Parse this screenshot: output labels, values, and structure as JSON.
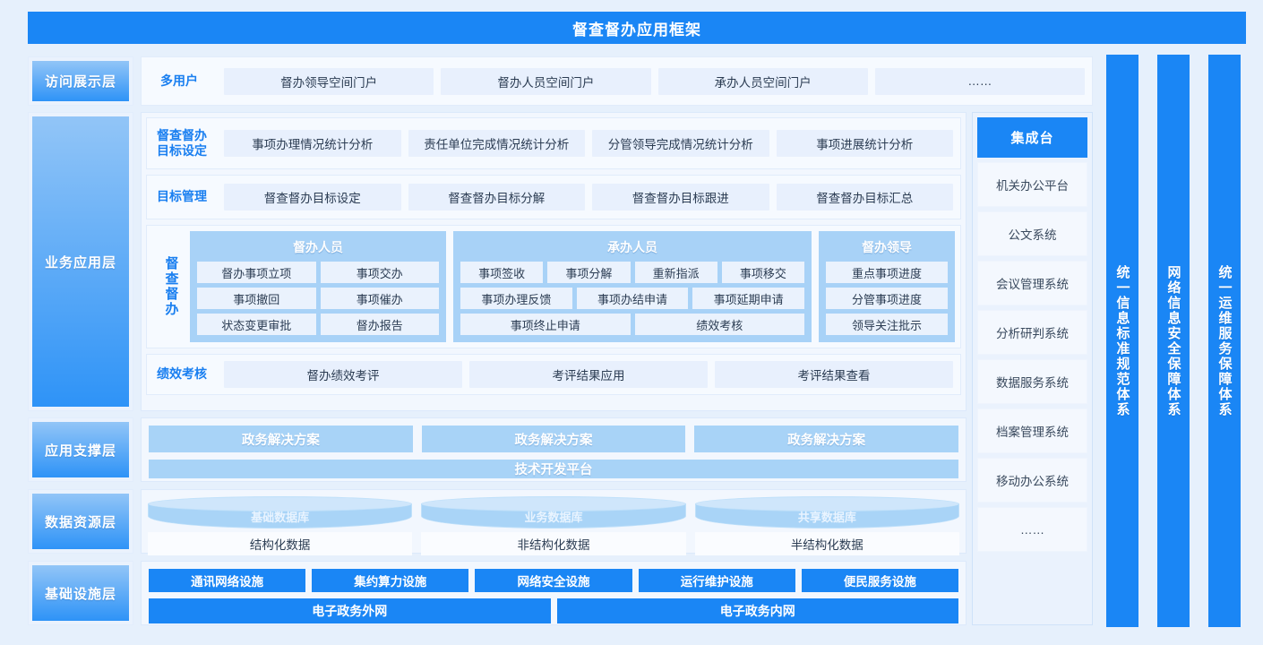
{
  "header": {
    "title": "督查督办应用框架"
  },
  "layers": [
    {
      "name": "访问展示层"
    },
    {
      "name": "业务应用层"
    },
    {
      "name": "应用支撑层"
    },
    {
      "name": "数据资源层"
    },
    {
      "name": "基础设施层"
    }
  ],
  "access": {
    "title": "多用户",
    "items": [
      "督办领导空间门户",
      "督办人员空间门户",
      "承办人员空间门户",
      "……"
    ]
  },
  "goal_setting": {
    "title_line1": "督查督办",
    "title_line2": "目标设定",
    "items": [
      "事项办理情况统计分析",
      "责任单位完成情况统计分析",
      "分管领导完成情况统计分析",
      "事项进展统计分析"
    ]
  },
  "goal_manage": {
    "title": "目标管理",
    "items": [
      "督查督办目标设定",
      "督查督办目标分解",
      "督查督办目标跟进",
      "督查督办目标汇总"
    ]
  },
  "supervision": {
    "title": "督查督办",
    "groups": [
      {
        "name": "督办人员",
        "rows": [
          [
            "督办事项立项",
            "事项交办"
          ],
          [
            "事项撤回",
            "事项催办"
          ],
          [
            "状态变更审批",
            "督办报告"
          ]
        ]
      },
      {
        "name": "承办人员",
        "rows": [
          [
            "事项签收",
            "事项分解",
            "重新指派",
            "事项移交"
          ],
          [
            "事项办理反馈",
            "事项办结申请",
            "事项延期申请"
          ],
          [
            "事项终止申请",
            "绩效考核"
          ]
        ]
      },
      {
        "name": "督办领导",
        "rows": [
          [
            "重点事项进度"
          ],
          [
            "分管事项进度"
          ],
          [
            "领导关注批示"
          ]
        ]
      }
    ]
  },
  "performance": {
    "title": "绩效考核",
    "items": [
      "督办绩效考评",
      "考评结果应用",
      "考评结果查看"
    ]
  },
  "support": {
    "solutions": [
      "政务解决方案",
      "政务解决方案",
      "政务解决方案"
    ],
    "platform": "技术开发平台"
  },
  "data_resource": {
    "databases": [
      {
        "db": "基础数据库",
        "sub": "结构化数据"
      },
      {
        "db": "业务数据库",
        "sub": "非结构化数据"
      },
      {
        "db": "共享数据库",
        "sub": "半结构化数据"
      }
    ]
  },
  "infrastructure": {
    "facilities": [
      "通讯网络设施",
      "集约算力设施",
      "网络安全设施",
      "运行维护设施",
      "便民服务设施"
    ],
    "networks": [
      "电子政务外网",
      "电子政务内网"
    ]
  },
  "integration": {
    "title": "集成台",
    "items": [
      "机关办公平台",
      "公文系统",
      "会议管理系统",
      "分析研判系统",
      "数据服务系统",
      "档案管理系统",
      "移动办公系统",
      "……"
    ]
  },
  "side_bars": [
    "统一信息标准规范体系",
    "网络信息安全保障体系",
    "统一运维服务保障体系"
  ],
  "colors": {
    "background": "#e6f0fc",
    "primary": "#1a86f5",
    "accent_text": "#1a7ff0",
    "chip": "#e8f0fd",
    "group": "#a8d2f7"
  }
}
